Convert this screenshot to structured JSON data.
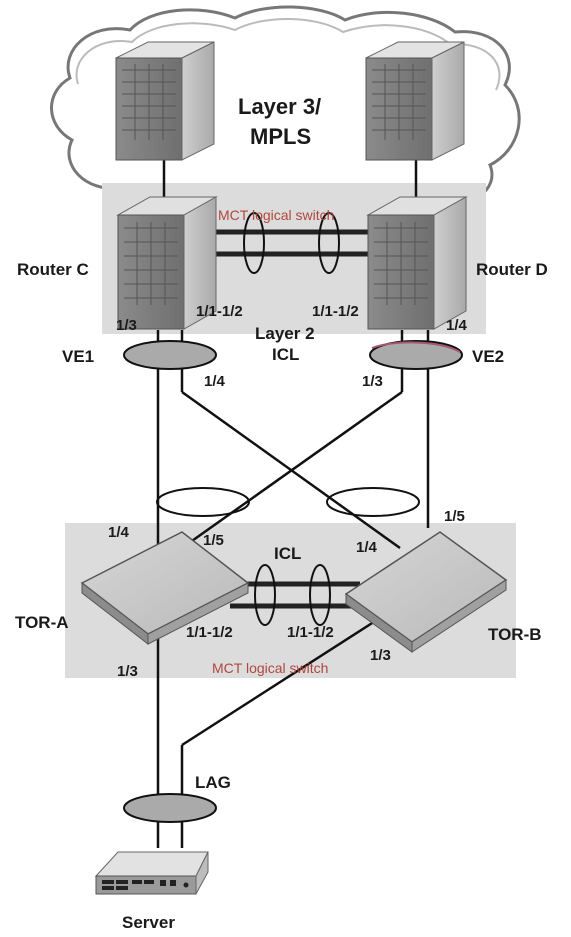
{
  "cloud": {
    "label_line1": "Layer 3/",
    "label_line2": "MPLS"
  },
  "top_cluster": {
    "mct_label": "MCT logical switch",
    "router_c": {
      "name": "Router C",
      "icl_port": "1/1-1/2",
      "port_down": "1/3",
      "port_cross": "1/4"
    },
    "router_d": {
      "name": "Router D",
      "icl_port": "1/1-1/2",
      "port_down": "1/4",
      "port_cross": "1/3"
    },
    "icl_label_line1": "Layer 2",
    "icl_label_line2": "ICL",
    "ve1": "VE1",
    "ve2": "VE2"
  },
  "bottom_cluster": {
    "mct_label": "MCT logical switch",
    "tor_a": {
      "name": "TOR-A",
      "port_up_left": "1/4",
      "port_up_right": "1/5",
      "icl_port": "1/1-1/2",
      "port_down": "1/3"
    },
    "tor_b": {
      "name": "TOR-B",
      "port_up_left": "1/4",
      "port_up_right": "1/5",
      "icl_port": "1/1-1/2",
      "port_down": "1/3"
    },
    "icl_label": "ICL"
  },
  "lag_label": "LAG",
  "server_label": "Server"
}
